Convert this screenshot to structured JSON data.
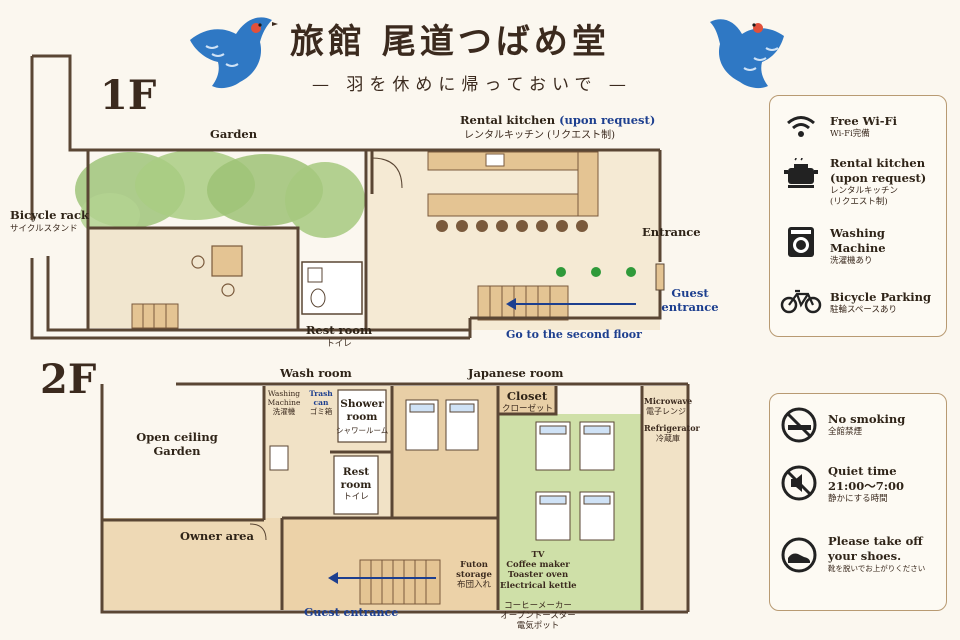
{
  "header": {
    "title": "旅館 尾道つばめ堂",
    "subtitle": "— 羽を休めに帰っておいで —"
  },
  "colors": {
    "accent_blue": "#2f78c4",
    "wall_brown": "#5a4634",
    "floor_wood": "#e8cfa6",
    "tatami_green": "#cfe0a8",
    "label_blue": "#1d3f8f",
    "panel_border": "#b89a72"
  },
  "floor1": {
    "label": "1F",
    "garden": "Garden",
    "bicycle_rack_en": "Bicycle rack",
    "bicycle_rack_jp": "サイクルスタンド",
    "kitchen_en": "Rental kitchen",
    "kitchen_note": "(upon request)",
    "kitchen_jp": "レンタルキッチン (リクエスト制)",
    "entrance": "Entrance",
    "guest_entrance_1": "Guest",
    "guest_entrance_2": "entrance",
    "second_floor": "Go to the second floor",
    "restroom_en": "Rest room",
    "restroom_jp": "トイレ"
  },
  "floor2": {
    "label": "2F",
    "wash_room": "Wash room",
    "japanese_room": "Japanese room",
    "washing_en_1": "Washing",
    "washing_en_2": "Machine",
    "washing_jp": "洗濯機",
    "trash_en_1": "Trash",
    "trash_en_2": "can",
    "trash_jp": "ゴミ箱",
    "shower_en_1": "Shower",
    "shower_en_2": "room",
    "shower_jp": "シャワールーム",
    "restroom_en_1": "Rest",
    "restroom_en_2": "room",
    "restroom_jp": "トイレ",
    "open_garden_1": "Open ceiling",
    "open_garden_2": "Garden",
    "owner_area": "Owner area",
    "closet_en": "Closet",
    "closet_jp": "クローゼット",
    "microwave_en": "Microwave",
    "microwave_jp": "電子レンジ",
    "fridge_en": "Refrigerator",
    "fridge_jp": "冷蔵庫",
    "futon_en_1": "Futon",
    "futon_en_2": "storage",
    "futon_jp": "布団入れ",
    "tv_list": [
      "TV",
      "Coffee maker",
      "Toaster oven",
      "Electrical kettle"
    ],
    "tv_jp": [
      "コーヒーメーカー",
      "オーブントースター",
      "電気ポット"
    ],
    "guest_entrance": "Guest entrance"
  },
  "amenities": [
    {
      "icon": "wifi-icon",
      "title": "Free Wi-Fi",
      "sub": "Wi-Fi完備"
    },
    {
      "icon": "pot-icon",
      "title": "Rental kitchen",
      "note": "(upon request)",
      "sub": "レンタルキッチン",
      "sub2": "(リクエスト制)"
    },
    {
      "icon": "washing-machine-icon",
      "title": "Washing",
      "title2": "Machine",
      "sub": "洗濯機あり"
    },
    {
      "icon": "bicycle-icon",
      "title": "Bicycle Parking",
      "sub": "駐輪スペースあり"
    }
  ],
  "rules": [
    {
      "icon": "no-smoking-icon",
      "title": "No smoking",
      "sub": "全館禁煙"
    },
    {
      "icon": "quiet-icon",
      "title": "Quiet time",
      "title2": "21:00〜7:00",
      "sub": "静かにする時間"
    },
    {
      "icon": "no-shoes-icon",
      "title": "Please take off",
      "title2": "your shoes.",
      "sub": "靴を脱いでお上がりください"
    }
  ]
}
